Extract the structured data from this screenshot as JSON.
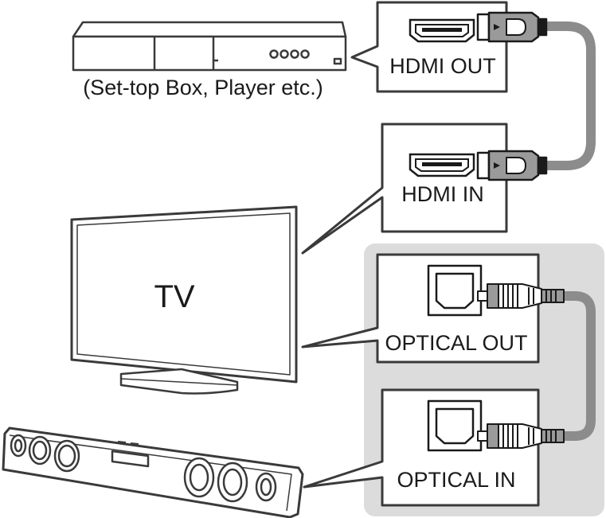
{
  "source_device": {
    "caption": "(Set-top Box, Player etc.)"
  },
  "tv": {
    "label": "TV"
  },
  "ports": {
    "hdmi_out": "HDMI OUT",
    "hdmi_in": "HDMI IN",
    "optical_out": "OPTICAL OUT",
    "optical_in": "OPTICAL IN"
  },
  "colors": {
    "cable": "#8c8c8c",
    "outline": "#3a3a3a",
    "highlight_panel": "#dcdcdc",
    "callout_fill": "#ffffff"
  }
}
